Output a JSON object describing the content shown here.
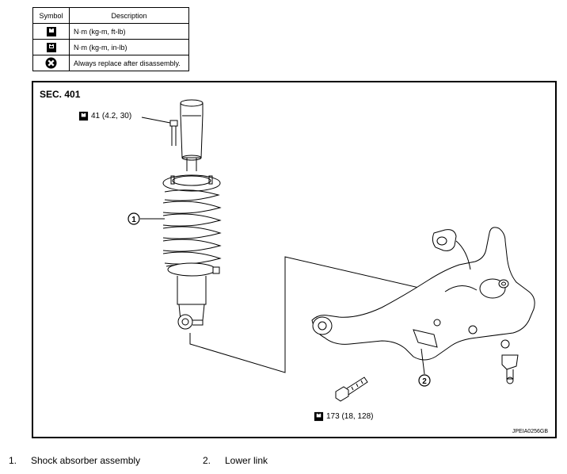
{
  "table": {
    "headers": {
      "symbol": "Symbol",
      "description": "Description"
    },
    "rows": [
      {
        "icon": "torque-wrench-icon",
        "description": "N·m (kg-m, ft-lb)"
      },
      {
        "icon": "torque-wrench-inlb-icon",
        "description": "N·m (kg-m, in-lb)"
      },
      {
        "icon": "always-replace-icon",
        "description": "Always replace after disassembly."
      }
    ]
  },
  "figure": {
    "section": "SEC. 401",
    "torque_top": "41 (4.2, 30)",
    "torque_bottom": "173 (18, 128)",
    "callout_1": "1",
    "callout_2": "2",
    "code": "JPEIA0256GB"
  },
  "legend": [
    {
      "num": "1.",
      "label": "Shock absorber assembly"
    },
    {
      "num": "2.",
      "label": "Lower link"
    }
  ]
}
